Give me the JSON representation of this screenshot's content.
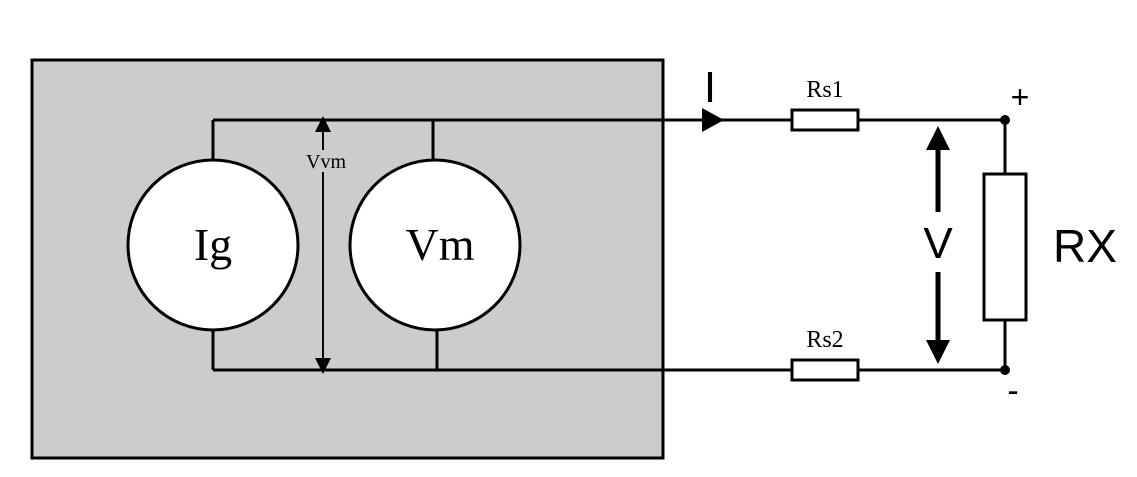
{
  "labels": {
    "current": "I",
    "rs1": "Rs1",
    "rs2": "Rs2",
    "plus": "+",
    "minus": "-",
    "voltage": "V",
    "rx": "RX",
    "vvm": "Vvm",
    "ig": "Ig",
    "vm": "Vm"
  },
  "colors": {
    "instrument_box": "#cccccc",
    "stroke": "#000000",
    "meter_fill": "#ffffff"
  }
}
